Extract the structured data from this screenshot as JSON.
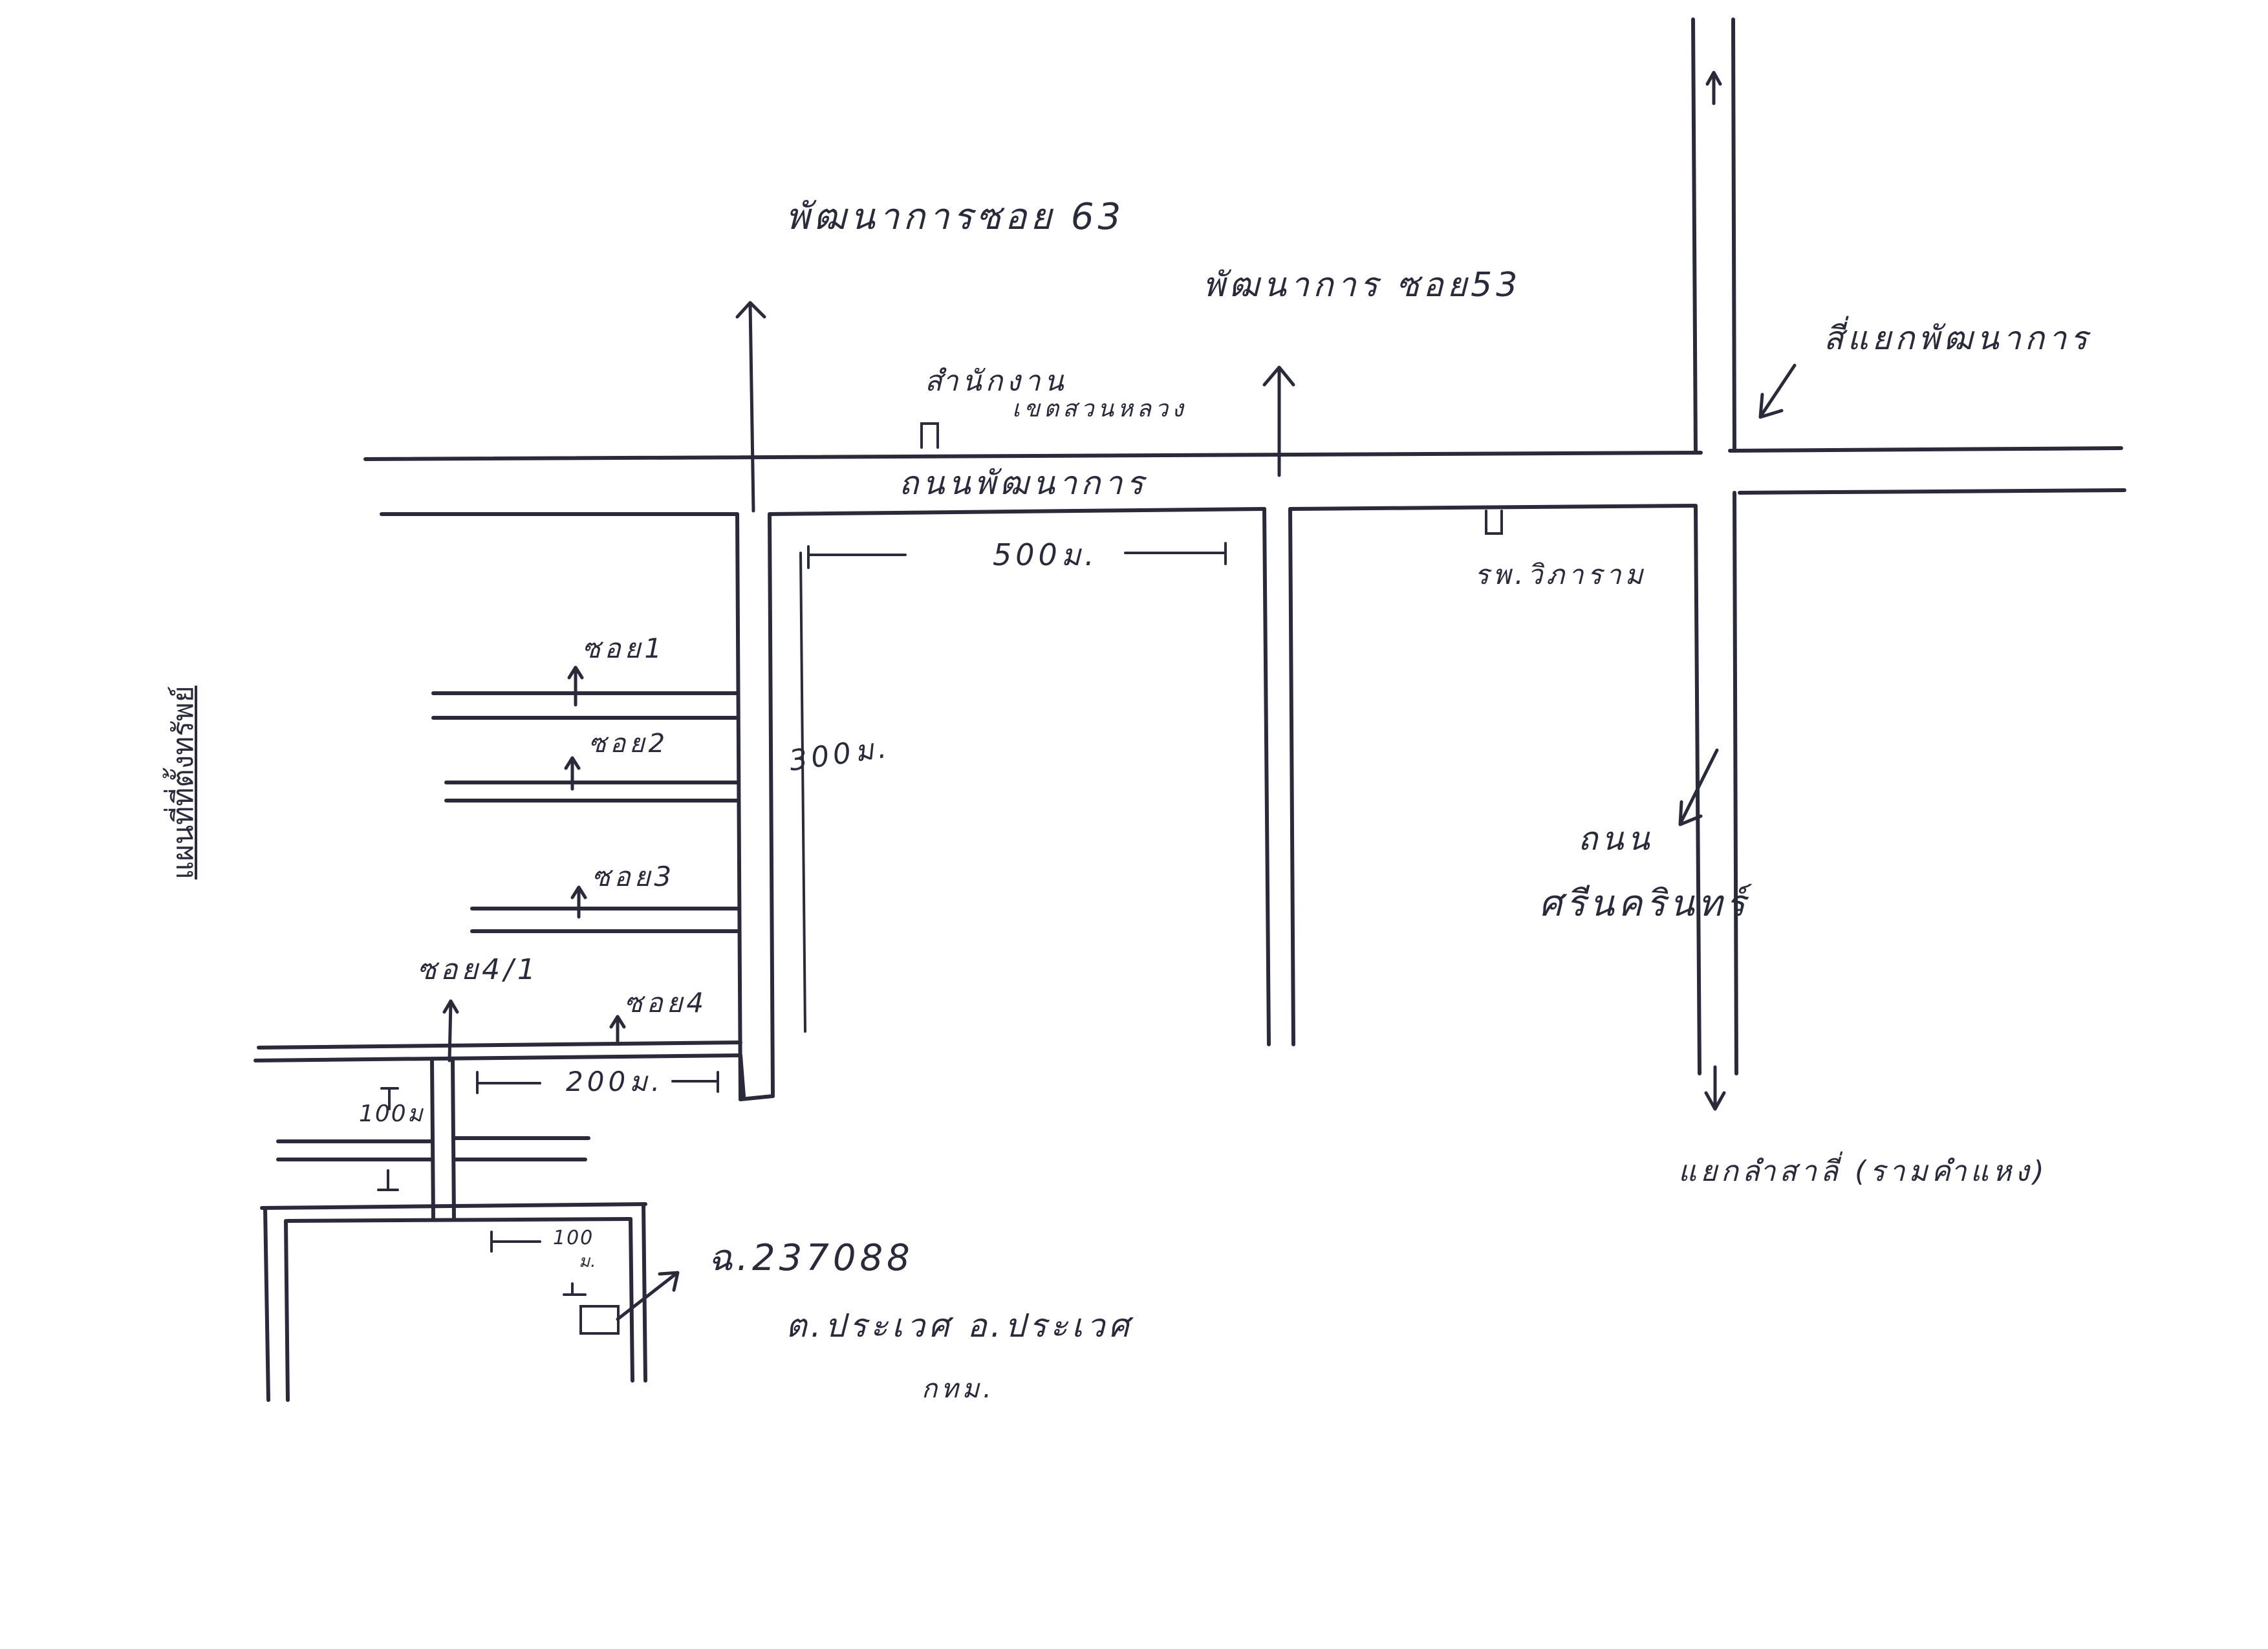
{
  "map_title": "แผนที่ที่ตั้งทรัพย์",
  "labels": {
    "pattanakarn_soi63": "พัฒนาการซอย 63",
    "pattanakarn_soi53": "พัฒนาการ ซอย53",
    "pattanakarn_intersection": "สี่แยกพัฒนาการ",
    "office": "สำนักงาน",
    "office_sub": "เขตสวนหลวง",
    "pattanakarn_road": "ถนนพัฒนาการ",
    "hospital": "รพ.วิภาราม",
    "dist_500": "500ม.",
    "dist_300": "300ม.",
    "soi1": "ซอย1",
    "soi2": "ซอย2",
    "soi3": "ซอย3",
    "soi4": "ซอย4",
    "soi4_1": "ซอย4/1",
    "dist_200": "200ม.",
    "dist_100a": "100ม",
    "dist_100b": "100",
    "dist_100b_unit": "ม.",
    "title_deed": "ฉ.237088",
    "subdistrict": "ต.ประเวศ อ.ประเวศ",
    "province": "กทม.",
    "srinakarin_1": "ถนน",
    "srinakarin_2": "ศรีนครินทร์",
    "intersection_south": "แยกลำสาลี่ (รามคำแหง)"
  }
}
